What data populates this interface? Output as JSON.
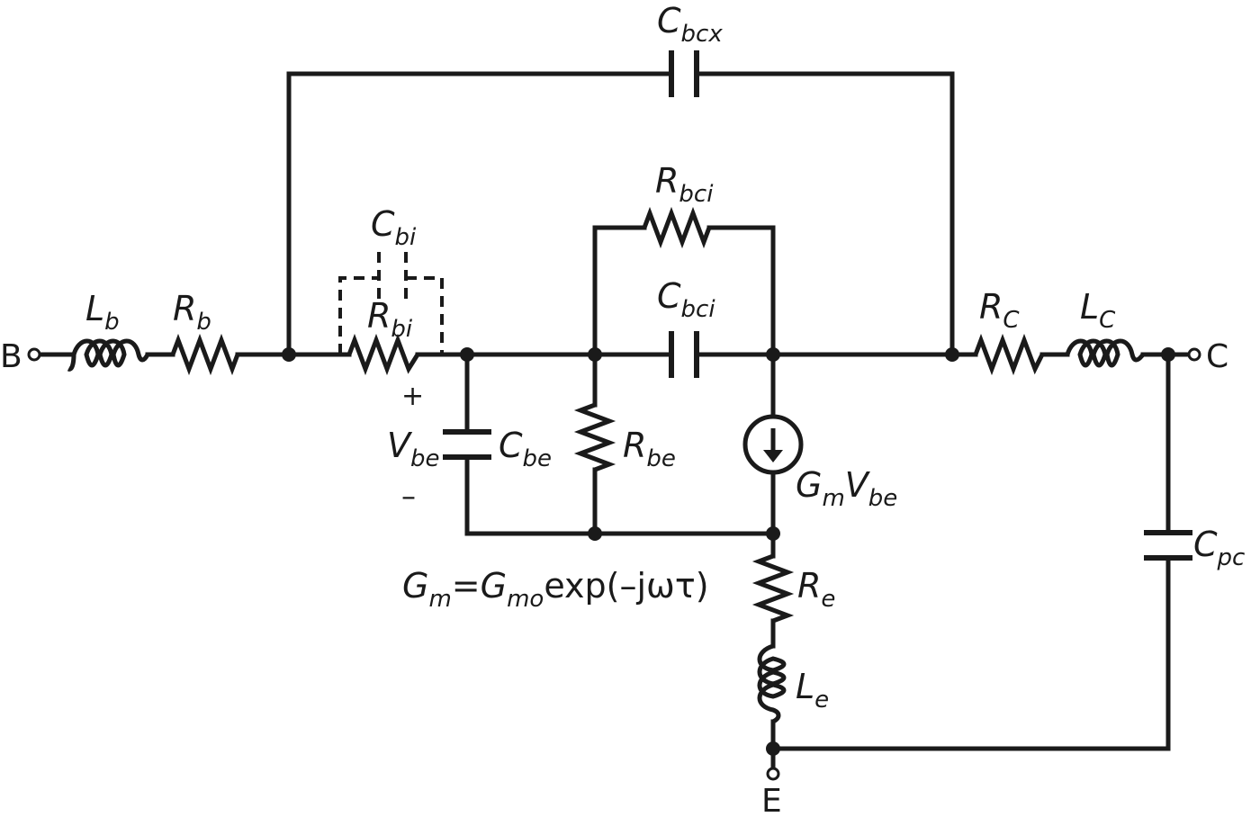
{
  "terminals": {
    "base": "B",
    "collector": "C",
    "emitter": "E"
  },
  "components": {
    "Lb": {
      "main": "L",
      "sub": "b"
    },
    "Rb": {
      "main": "R",
      "sub": "b"
    },
    "Cbcx": {
      "main": "C",
      "sub": "bcx"
    },
    "Cbi": {
      "main": "C",
      "sub": "bi"
    },
    "Rbi": {
      "main": "R",
      "sub": "bi"
    },
    "Rbci": {
      "main": "R",
      "sub": "bci"
    },
    "Cbci": {
      "main": "C",
      "sub": "bci"
    },
    "Cbe": {
      "main": "C",
      "sub": "be"
    },
    "Rbe": {
      "main": "R",
      "sub": "be"
    },
    "RC": {
      "main": "R",
      "sub": "C"
    },
    "LC": {
      "main": "L",
      "sub": "C"
    },
    "Cpc": {
      "main": "C",
      "sub": "pc"
    },
    "Re": {
      "main": "R",
      "sub": "e"
    },
    "Le": {
      "main": "L",
      "sub": "e"
    }
  },
  "source": {
    "g": "G",
    "g_sub": "m",
    "v": "V",
    "v_sub": "be",
    "icon": "current-source-arrow-down-icon"
  },
  "vbe": {
    "plus": "+",
    "minus": "–",
    "main": "V",
    "sub": "be"
  },
  "equation": {
    "lhs": "G",
    "lhs_sub": "m",
    "eq": "=",
    "rhs": "G",
    "rhs_sub": "mo",
    "tail": "exp(–jωτ)"
  },
  "colors": {
    "ink": "#1a1a1a",
    "background": "#ffffff"
  }
}
